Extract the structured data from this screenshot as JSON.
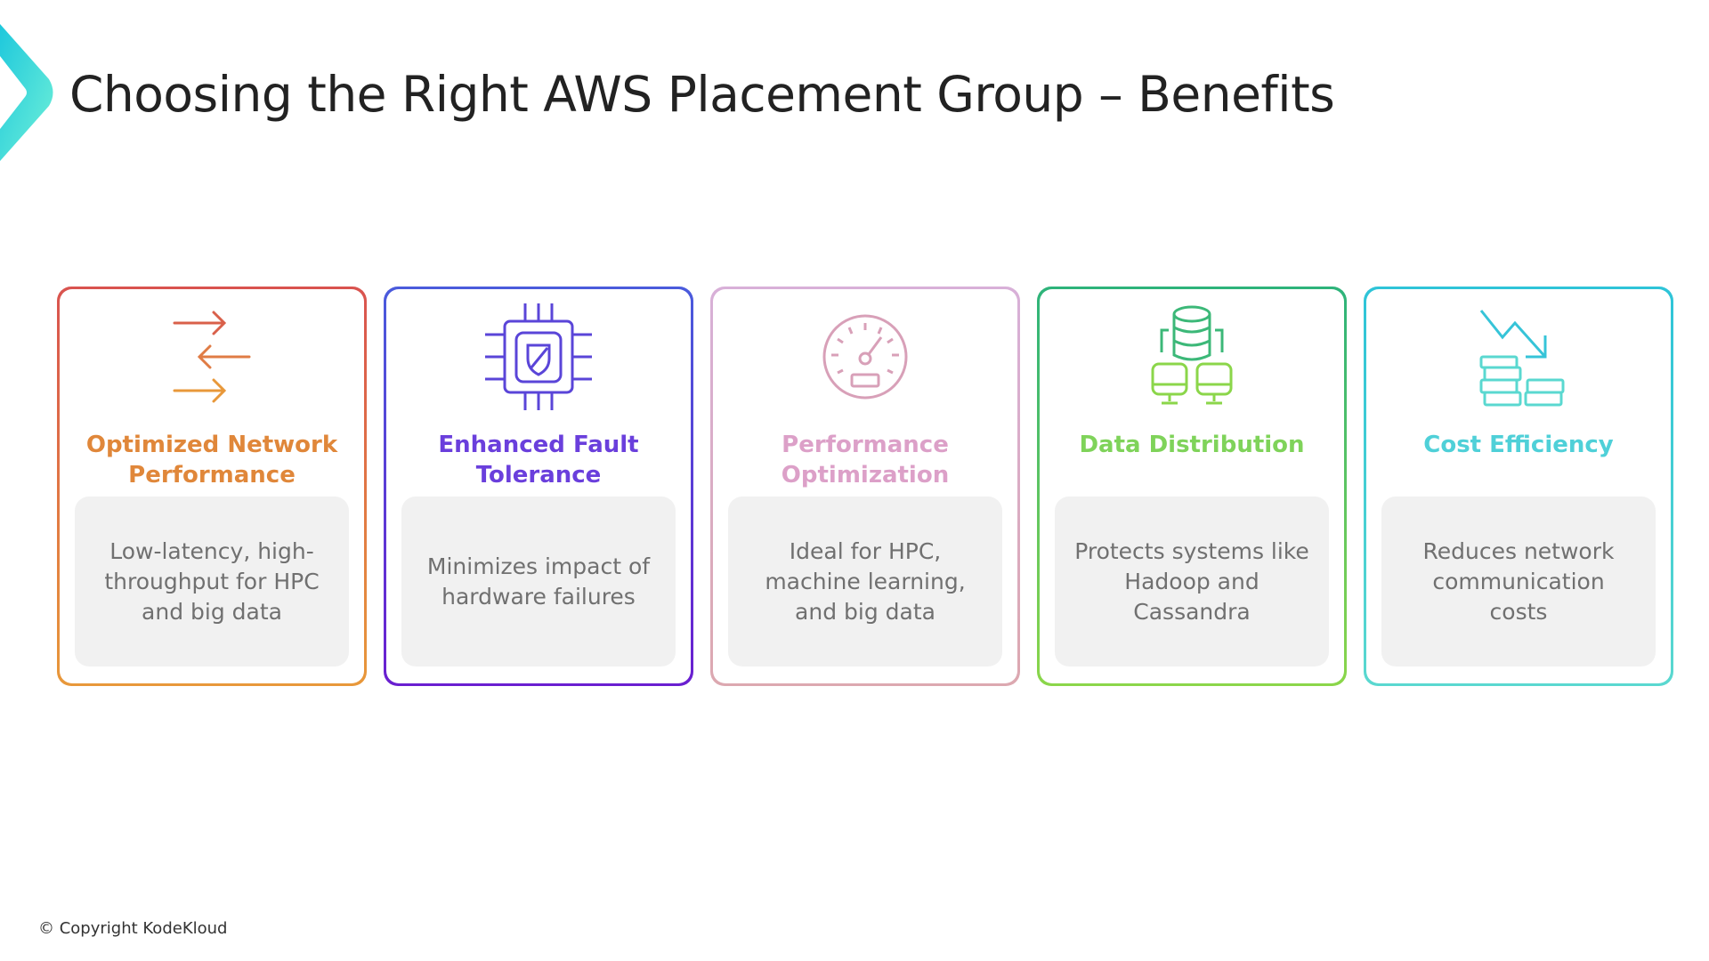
{
  "header": {
    "title": "Choosing the Right AWS Placement Group – Benefits"
  },
  "cards": [
    {
      "title": "Optimized Network Performance",
      "description": "Low-latency, high-throughput for HPC and big data",
      "icon": "exchange-arrows-icon",
      "color": "#e0873a"
    },
    {
      "title": "Enhanced Fault Tolerance",
      "description": "Minimizes impact of hardware failures",
      "icon": "chip-shield-icon",
      "color": "#6a3fdc"
    },
    {
      "title": "Performance Optimization",
      "description": "Ideal for HPC, machine learning, and big data",
      "icon": "speedometer-icon",
      "color": "#dca0c8"
    },
    {
      "title": "Data Distribution",
      "description": "Protects systems like Hadoop and Cassandra",
      "icon": "database-network-icon",
      "color": "#7fd35a"
    },
    {
      "title": "Cost Efficiency",
      "description": "Reduces network communication costs",
      "icon": "coins-trend-down-icon",
      "color": "#4fd0d8"
    }
  ],
  "footer": {
    "copyright": "© Copyright KodeKloud"
  }
}
